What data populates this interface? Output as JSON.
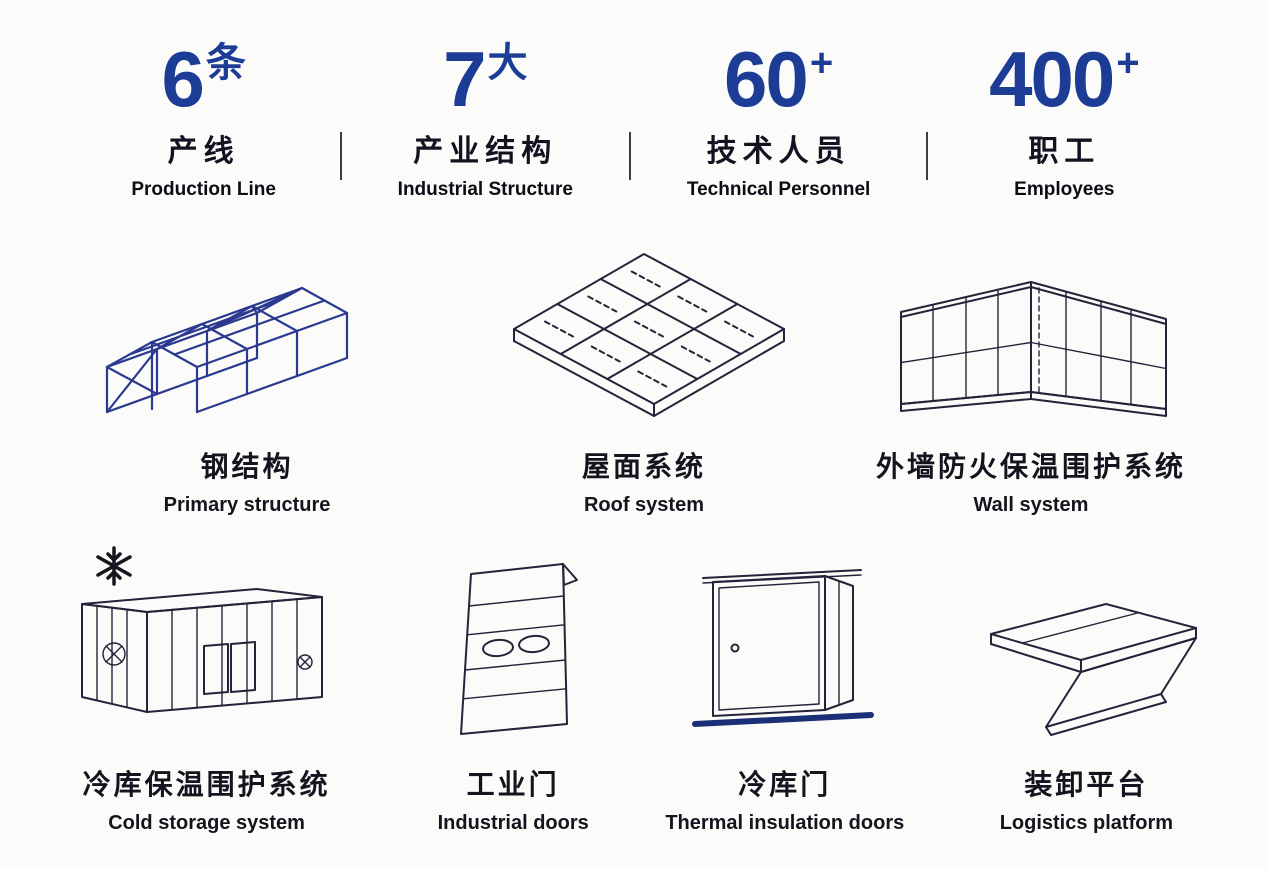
{
  "colors": {
    "accent_blue": "#1d3c96",
    "ink": "#23233a",
    "steel_blue": "#2b3990"
  },
  "stats": [
    {
      "number": "6",
      "unit": "条",
      "zh": "产线",
      "en": "Production Line"
    },
    {
      "number": "7",
      "unit": "大",
      "zh": "产业结构",
      "en": "Industrial Structure"
    },
    {
      "number": "60",
      "unit": "+",
      "zh": "技术人员",
      "en": "Technical Personnel"
    },
    {
      "number": "400",
      "unit": "+",
      "zh": "职工",
      "en": "Employees"
    }
  ],
  "products": [
    {
      "zh": "钢结构",
      "en": "Primary structure"
    },
    {
      "zh": "屋面系统",
      "en": "Roof system"
    },
    {
      "zh": "外墙防火保温围护系统",
      "en": "Wall system"
    },
    {
      "zh": "冷库保温围护系统",
      "en": "Cold storage system"
    },
    {
      "zh": "工业门",
      "en": "Industrial doors"
    },
    {
      "zh": "冷库门",
      "en": "Thermal insulation doors"
    },
    {
      "zh": "装卸平台",
      "en": "Logistics platform"
    }
  ]
}
